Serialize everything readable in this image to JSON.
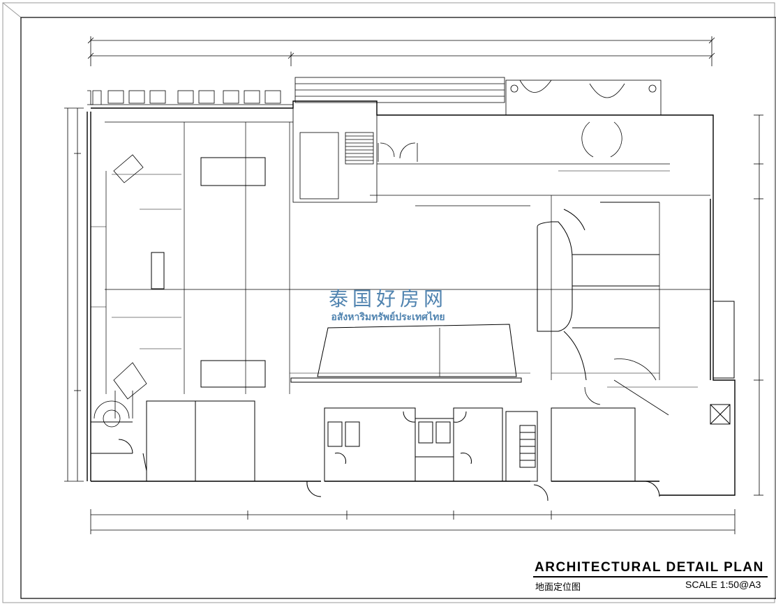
{
  "drawing": {
    "title": "ARCHITECTURAL  DETAIL  PLAN",
    "subtitle": "地面定位图",
    "scale": "SCALE  1:50@A3"
  },
  "watermark": {
    "cn": "泰国好房网",
    "th": "อสังหาริมทรัพย์ประเทศไทย"
  }
}
